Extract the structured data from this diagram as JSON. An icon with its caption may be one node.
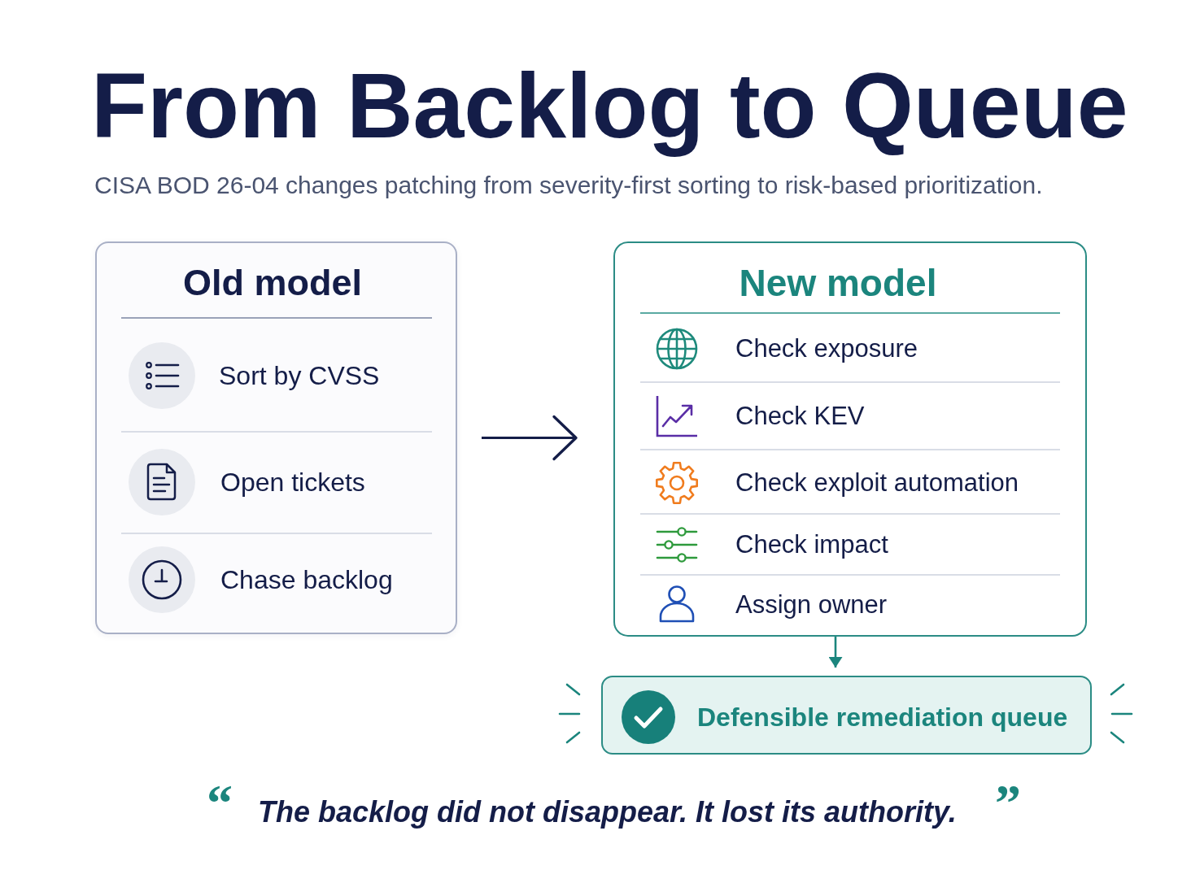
{
  "diagram": {
    "title": "From Backlog to Queue",
    "nodes": [
      {
        "text": [
          "Old model",
          "Sort by CVSS",
          "Open tickets",
          "Chase backlog"
        ]
      },
      {
        "text": [
          "New model",
          "Check exposure",
          "Check KEV",
          "Check exploit automation",
          "Check impact",
          "Assign owner"
        ]
      },
      {
        "text": [
          "Defensible remediation queue"
        ]
      }
    ],
    "edges": [
      {
        "from": 0,
        "to": 1,
        "arrow": "to"
      },
      {
        "from": 1,
        "to": 2,
        "arrow": "to",
        "color": "#1b857d"
      }
    ],
    "labels": [
      "CISA BOD 26-04 changes patching from severity-first sorting to risk-based prioritization.",
      "“",
      "The backlog did not disappear. It lost its authority.",
      "”"
    ]
  }
}
